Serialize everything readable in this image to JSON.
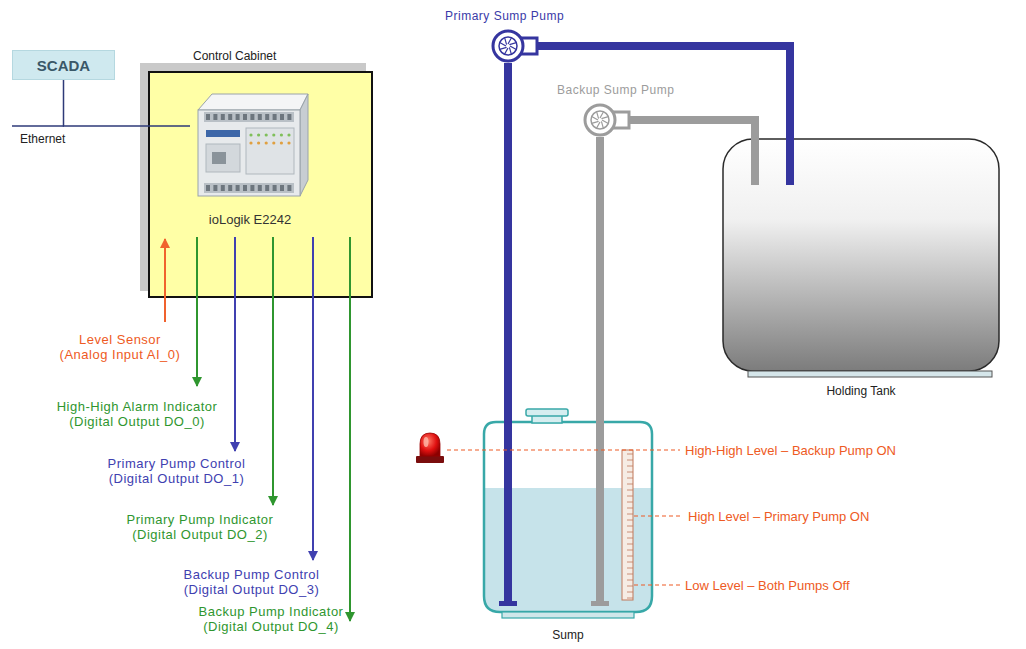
{
  "diagram": {
    "nodes": [
      {
        "text": [
          "SCADA"
        ]
      },
      {
        "text": [
          "Control Cabinet"
        ]
      },
      {
        "text": [
          "ioLogik E2242"
        ],
        "in": 1
      },
      {
        "text": [
          "Primary Sump Pump"
        ]
      },
      {
        "text": [
          "Backup Sump Pump"
        ]
      },
      {
        "text": [
          "Holding Tank"
        ]
      },
      {
        "text": [
          "Sump"
        ]
      }
    ],
    "edges": [
      {
        "from": 0,
        "to": 2,
        "label": "Ethernet",
        "arrow": "none"
      },
      {
        "from": 6,
        "to": 3,
        "arrow": "none"
      },
      {
        "from": 3,
        "to": 5,
        "arrow": "none"
      },
      {
        "from": 6,
        "to": 4,
        "arrow": "none"
      },
      {
        "from": 4,
        "to": 5,
        "arrow": "none"
      }
    ],
    "labels": [
      "Level Sensor (Analog Input AI_0)",
      "High-High Alarm Indicator (Digital Output DO_0)",
      "Primary Pump Control (Digital Output DO_1)",
      "Primary Pump Indicator (Digital Output DO_2)",
      "Backup Pump Control (Digital Output DO_3)",
      "Backup Pump Indicator (Digital Output DO_4)",
      "High-High Level – Backup Pump ON",
      "High Level – Primary Pump ON",
      "Low Level – Both Pumps Off"
    ]
  }
}
